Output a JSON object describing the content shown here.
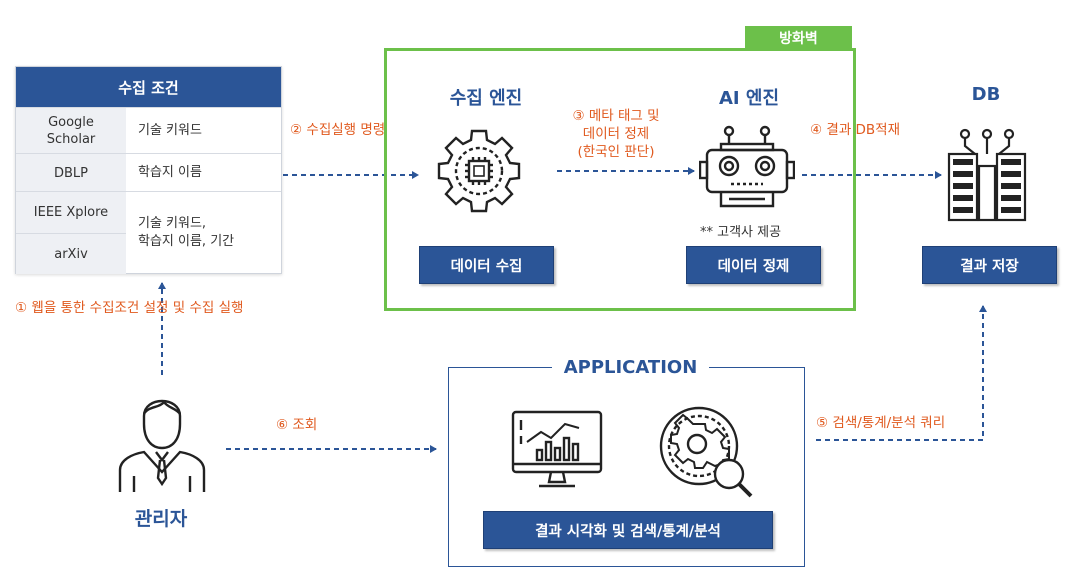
{
  "conditions": {
    "title": "수집 조건",
    "rows": [
      {
        "source": "Google\nScholar",
        "criteria": "기술 키워드"
      },
      {
        "source": "DBLP",
        "criteria": "학습지 이름"
      },
      {
        "source": "IEEE Xplore",
        "criteria": ""
      },
      {
        "source": "arXiv",
        "criteria": ""
      }
    ],
    "merged_criteria": "기술 키워드,\n학습지 이름, 기간"
  },
  "firewall": {
    "label": "방화벽"
  },
  "collect_engine": {
    "title": "수집 엔진",
    "button": "데이터 수집",
    "icon": "gear-chip-icon"
  },
  "ai_engine": {
    "title": "AI 엔진",
    "note": "** 고객사 제공",
    "button": "데이터 정제",
    "icon": "robot-icon"
  },
  "db": {
    "title": "DB",
    "button": "결과 저장",
    "icon": "server-icon"
  },
  "application": {
    "title": "APPLICATION",
    "button": "결과 시각화 및 검색/통계/분석",
    "icons": [
      "chart-monitor-icon",
      "gear-search-icon"
    ]
  },
  "admin": {
    "label": "관리자",
    "icon": "person-icon"
  },
  "steps": {
    "s1": "① 웹을 통한 수집조건 설정 및 수집 실행",
    "s2": "② 수집실행 명령",
    "s3": "③ 메타 태그 및\n데이터 정제\n(한국인 판단)",
    "s4": "④ 결과 DB적재",
    "s5": "⑤ 검색/통계/분석 쿼리",
    "s6": "⑥ 조회"
  },
  "colors": {
    "primary": "#2b5597",
    "firewall": "#6cc04a",
    "step": "#e05a1f"
  }
}
